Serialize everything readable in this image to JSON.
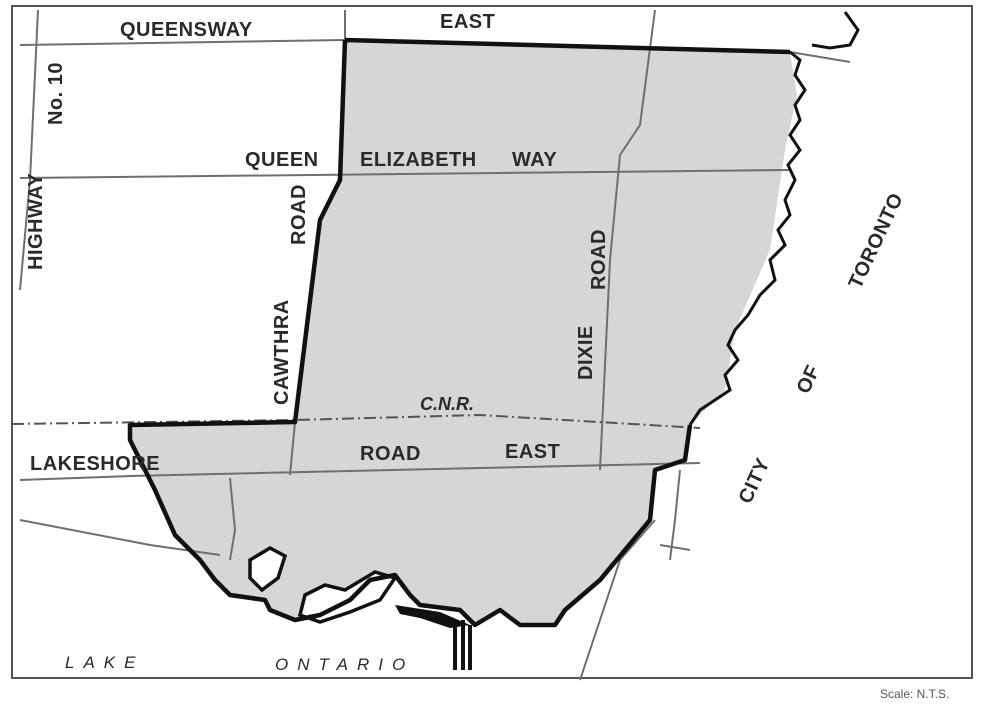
{
  "map": {
    "colors": {
      "area_fill": "#d6d6d6",
      "boundary": "#111111",
      "road": "#6f6f6f",
      "background": "#ffffff"
    },
    "labels": {
      "queensway": "QUEENSWAY",
      "east_top": "EAST",
      "highway": "HIGHWAY",
      "no_10": "No. 10",
      "qew_queen": "QUEEN",
      "qew_elizabeth": "ELIZABETH",
      "qew_way": "WAY",
      "cawthra": "CAWTHRA",
      "cawthra_road": "ROAD",
      "dixie": "DIXIE",
      "dixie_road": "ROAD",
      "toronto": "TORONTO",
      "of": "OF",
      "city": "CITY",
      "cnr": "C.N.R.",
      "lakeshore": "LAKESHORE",
      "road_east_road": "ROAD",
      "road_east_east": "EAST",
      "lake": "LAKE",
      "ontario": "ONTARIO",
      "scale": "Scale: N.T.S."
    }
  }
}
